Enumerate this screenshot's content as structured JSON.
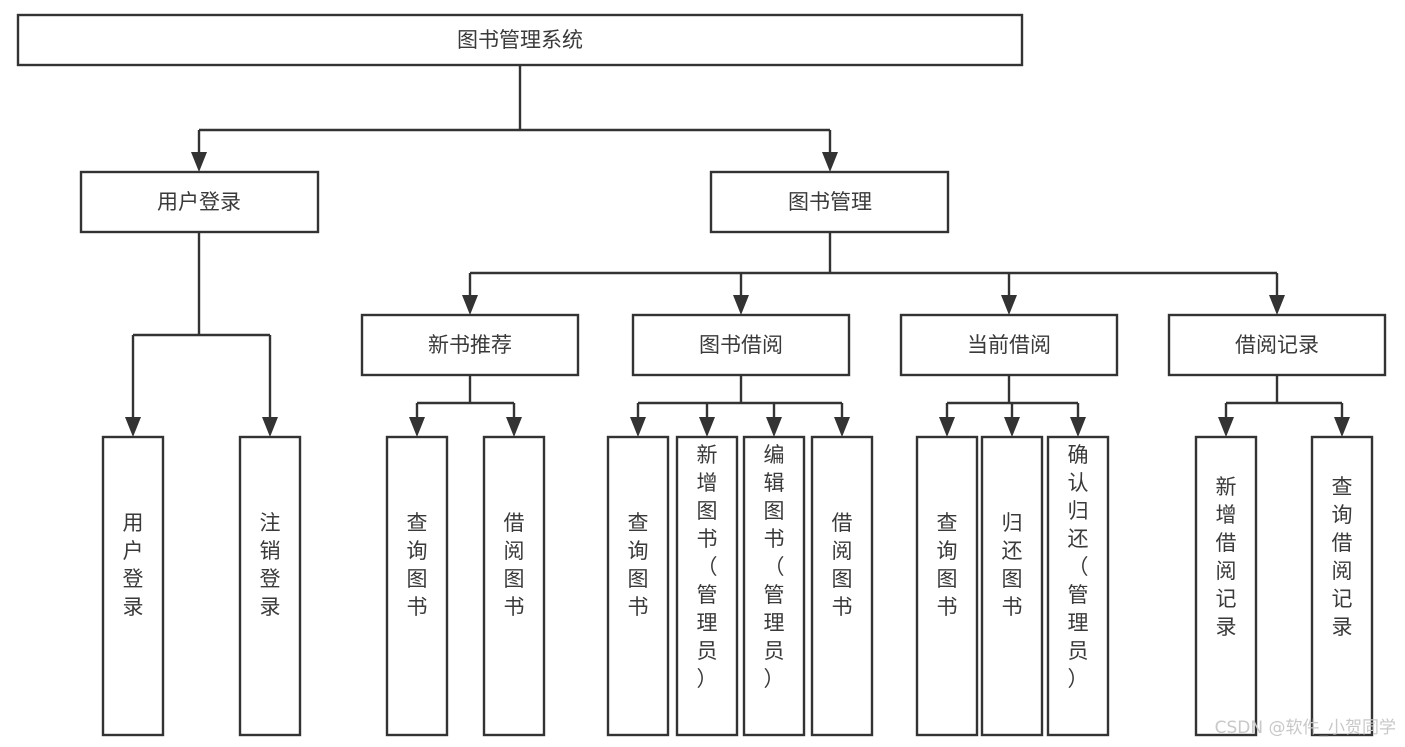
{
  "diagram": {
    "type": "hierarchy-tree",
    "title": "图书管理系统",
    "orientation": "top-down",
    "watermark": "CSDN @软件_小贺同学",
    "colors": {
      "box_fill": "#ffffff",
      "box_stroke": "#333333",
      "text": "#3a3a3a",
      "edge": "#333333",
      "watermark": "#c8c8c8",
      "background": "#ffffff"
    },
    "nodes": {
      "root": {
        "label": "图书管理系统"
      },
      "level1": [
        {
          "label": "用户登录"
        },
        {
          "label": "图书管理"
        }
      ],
      "level2": [
        {
          "label": "新书推荐"
        },
        {
          "label": "图书借阅"
        },
        {
          "label": "当前借阅"
        },
        {
          "label": "借阅记录"
        }
      ],
      "leaves": {
        "user_login": [
          {
            "lines": [
              "用",
              "户",
              "登",
              "录"
            ]
          },
          {
            "lines": [
              "注",
              "销",
              "登",
              "录"
            ]
          }
        ],
        "new_book_recommend": [
          {
            "lines": [
              "查",
              "询",
              "图",
              "书"
            ]
          },
          {
            "lines": [
              "借",
              "阅",
              "图",
              "书"
            ]
          }
        ],
        "book_borrow": [
          {
            "lines": [
              "查",
              "询",
              "图",
              "书"
            ]
          },
          {
            "lines": [
              "新",
              "增",
              "图",
              "书",
              "（",
              "管",
              "理",
              "员",
              "）"
            ]
          },
          {
            "lines": [
              "编",
              "辑",
              "图",
              "书",
              "（",
              "管",
              "理",
              "员",
              "）"
            ]
          },
          {
            "lines": [
              "借",
              "阅",
              "图",
              "书"
            ]
          }
        ],
        "current_borrow": [
          {
            "lines": [
              "查",
              "询",
              "图",
              "书"
            ]
          },
          {
            "lines": [
              "归",
              "还",
              "图",
              "书"
            ]
          },
          {
            "lines": [
              "确",
              "认",
              "归",
              "还",
              "（",
              "管",
              "理",
              "员",
              "）"
            ]
          }
        ],
        "borrow_record": [
          {
            "lines": [
              "新",
              "增",
              "借",
              "阅",
              "记",
              "录"
            ]
          },
          {
            "lines": [
              "查",
              "询",
              "借",
              "阅",
              "记",
              "录"
            ]
          }
        ]
      }
    },
    "tree_data": {
      "name": "图书管理系统",
      "children": [
        {
          "name": "用户登录",
          "children": [
            {
              "name": "用户登录"
            },
            {
              "name": "注销登录"
            }
          ]
        },
        {
          "name": "图书管理",
          "children": [
            {
              "name": "新书推荐",
              "children": [
                {
                  "name": "查询图书"
                },
                {
                  "name": "借阅图书"
                }
              ]
            },
            {
              "name": "图书借阅",
              "children": [
                {
                  "name": "查询图书"
                },
                {
                  "name": "新增图书（管理员）"
                },
                {
                  "name": "编辑图书（管理员）"
                },
                {
                  "name": "借阅图书"
                }
              ]
            },
            {
              "name": "当前借阅",
              "children": [
                {
                  "name": "查询图书"
                },
                {
                  "name": "归还图书"
                },
                {
                  "name": "确认归还（管理员）"
                }
              ]
            },
            {
              "name": "借阅记录",
              "children": [
                {
                  "name": "新增借阅记录"
                },
                {
                  "name": "查询借阅记录"
                }
              ]
            }
          ]
        }
      ]
    }
  }
}
